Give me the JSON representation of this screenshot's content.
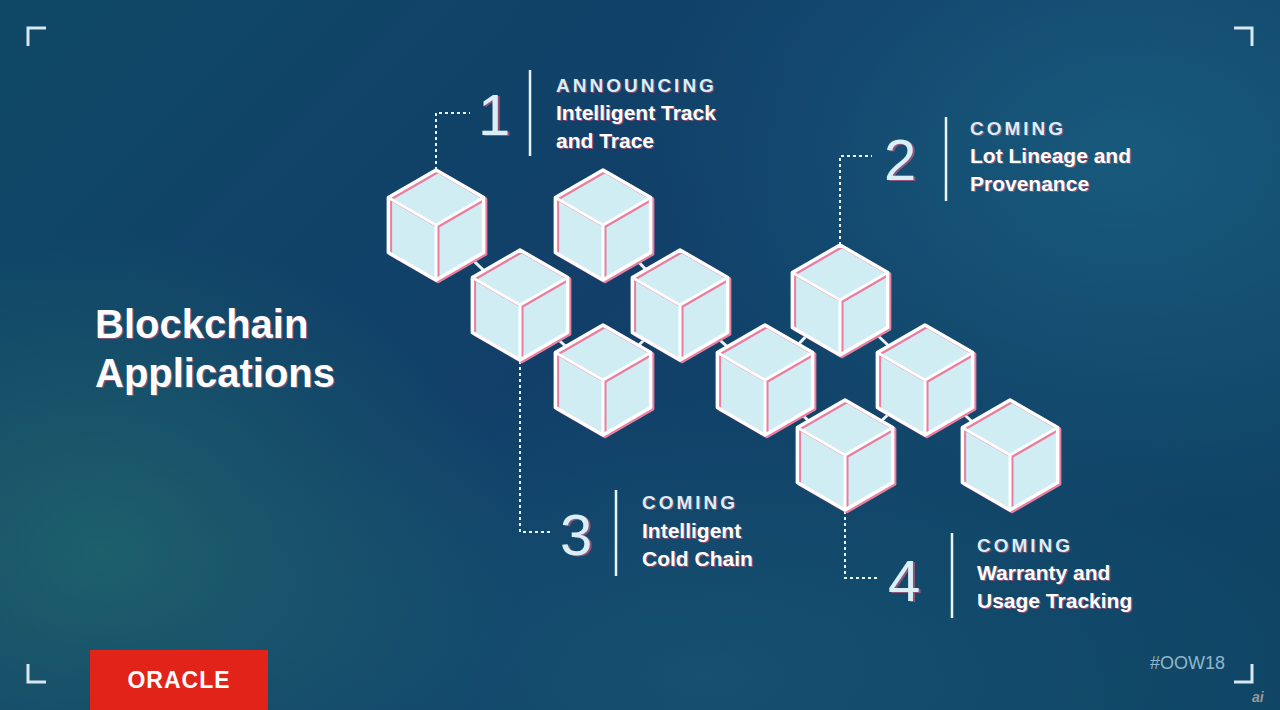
{
  "diagram": {
    "title": "Blockchain Applications",
    "nodes": [
      {
        "text": [
          "ORACLE"
        ]
      }
    ],
    "labels": [
      "1",
      "ANNOUNCING",
      "Intelligent Track and Trace",
      "2",
      "COMING",
      "Lot Lineage and Provenance",
      "3",
      "COMING",
      "Intelligent Cold Chain",
      "4",
      "COMING",
      "Warranty and Usage Tracking",
      "#OOW18",
      "ai"
    ]
  }
}
